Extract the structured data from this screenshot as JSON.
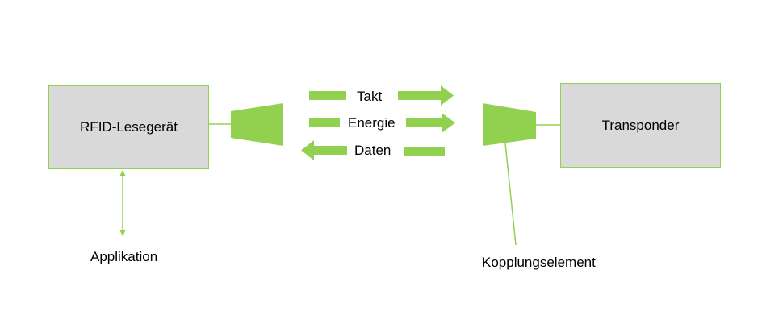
{
  "nodes": {
    "reader": "RFID-Lesegerät",
    "transponder": "Transponder"
  },
  "flows": {
    "clock": "Takt",
    "energy": "Energie",
    "data": "Daten"
  },
  "labels": {
    "application": "Applikation",
    "coupling_element": "Kopplungselement"
  },
  "colors": {
    "accent": "#92d050",
    "box_fill": "#d9d9d9"
  }
}
